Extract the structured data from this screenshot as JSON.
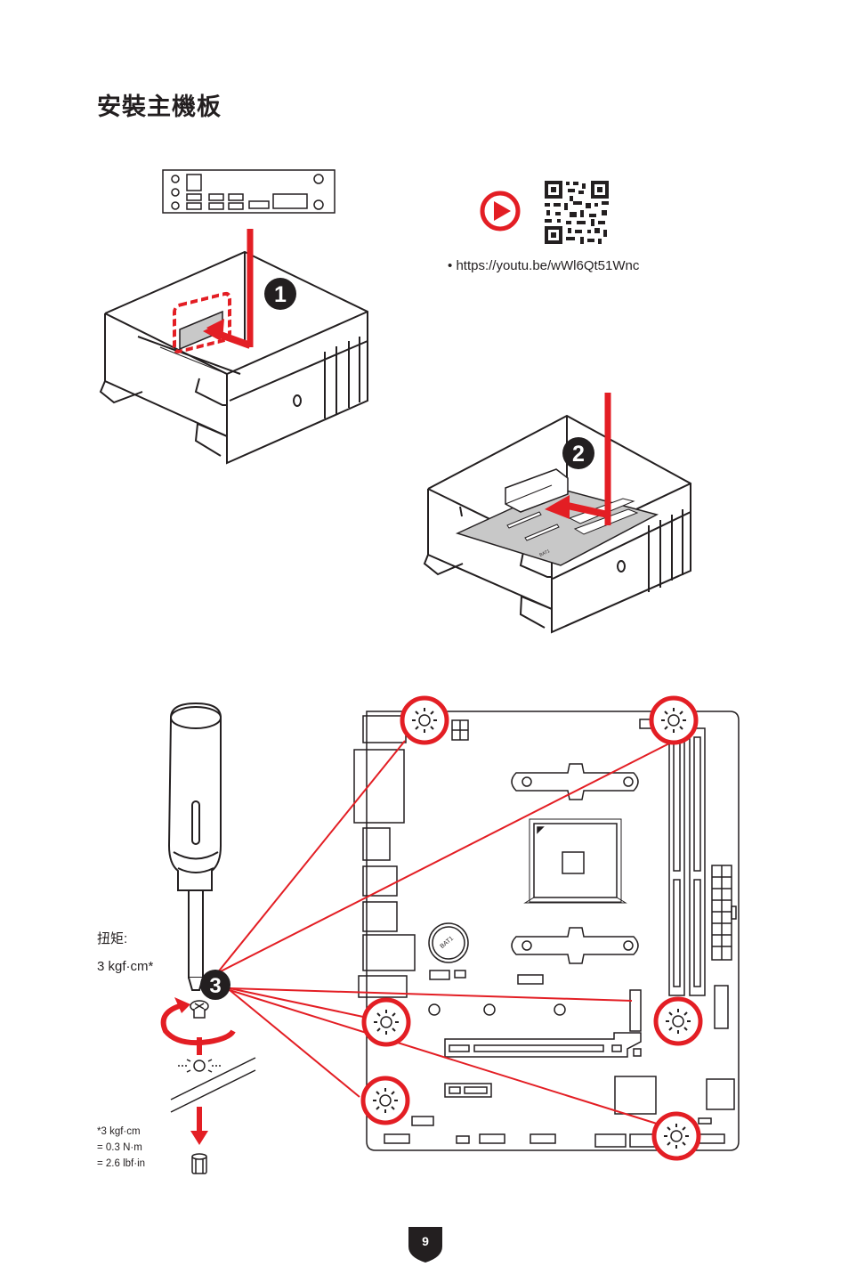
{
  "page": {
    "title": "安裝主機板",
    "video_url": "https://youtu.be/wWl6Qt51Wnc",
    "bullet": "•",
    "torque_label": "扭矩:",
    "torque_value": "3 kgf·cm*",
    "conversion": [
      "*3 kgf·cm",
      "= 0.3 N·m",
      "= 2.6 lbf·in"
    ],
    "steps": [
      "1",
      "2",
      "3"
    ],
    "page_number": "9",
    "battery_label": "BAT1"
  },
  "colors": {
    "accent": "#e31e24",
    "line": "#231f20",
    "board_gray": "#c8c8c8"
  },
  "icons": [
    "play-icon",
    "qr-code-icon",
    "screwdriver-icon",
    "screw-icon",
    "standoff-icon"
  ]
}
